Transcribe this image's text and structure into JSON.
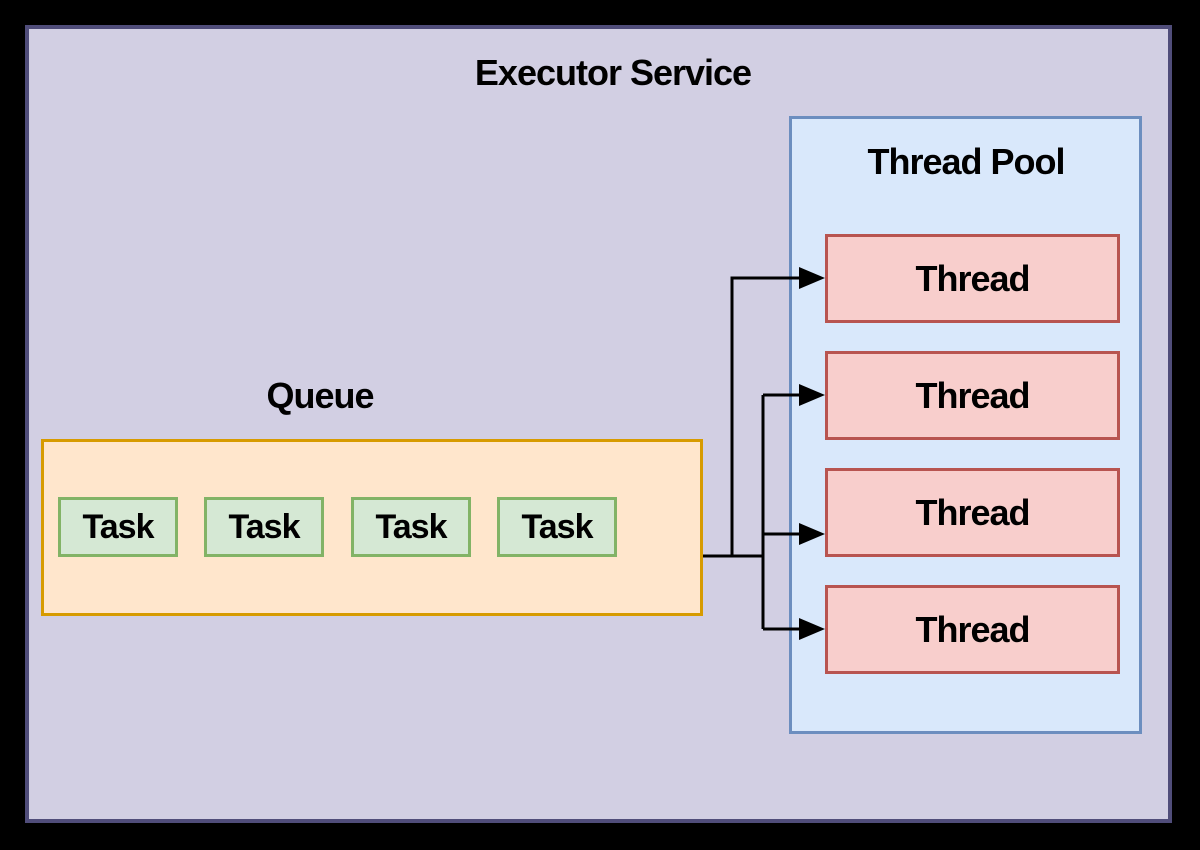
{
  "diagram": {
    "title": "Executor Service",
    "queue": {
      "label": "Queue",
      "tasks": [
        {
          "label": "Task"
        },
        {
          "label": "Task"
        },
        {
          "label": "Task"
        },
        {
          "label": "Task"
        }
      ]
    },
    "thread_pool": {
      "label": "Thread Pool",
      "threads": [
        {
          "label": "Thread"
        },
        {
          "label": "Thread"
        },
        {
          "label": "Thread"
        },
        {
          "label": "Thread"
        }
      ]
    },
    "connections": {
      "description": "Queue output fans out to all four Thread boxes via black elbow arrows"
    },
    "colors": {
      "page_background": "#000000",
      "outer_fill": "#d2cfe3",
      "outer_border": "#504d7a",
      "queue_fill": "#ffe6cc",
      "queue_border": "#d79b00",
      "task_fill": "#d5e8d4",
      "task_border": "#82b366",
      "pool_fill": "#d9e8fb",
      "pool_border": "#6c8ebf",
      "thread_fill": "#f8cecc",
      "thread_border": "#b85450",
      "arrow": "#000000",
      "text": "#000000"
    }
  }
}
